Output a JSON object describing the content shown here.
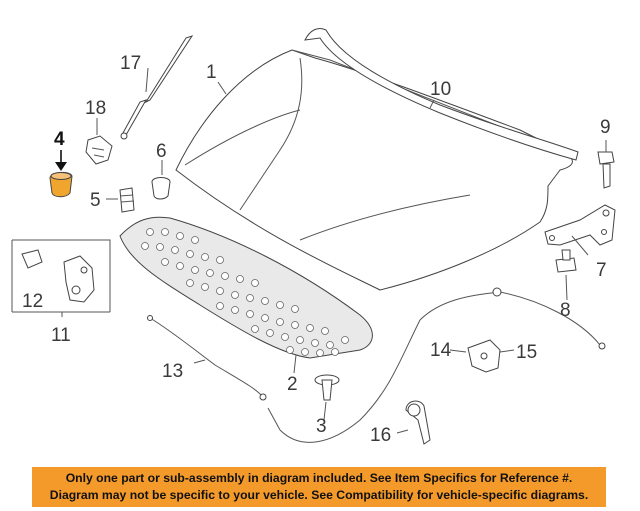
{
  "callouts": {
    "c1": "1",
    "c2": "2",
    "c3": "3",
    "c4": "4",
    "c5": "5",
    "c6": "6",
    "c7": "7",
    "c8": "8",
    "c9": "9",
    "c10": "10",
    "c11": "11",
    "c12": "12",
    "c13": "13",
    "c14": "14",
    "c15": "15",
    "c16": "16",
    "c17": "17",
    "c18": "18"
  },
  "highlighted_part": "4",
  "colors": {
    "banner": "#f39a2b",
    "highlight_part": "#f0a52e",
    "lines": "#555555"
  },
  "banner": {
    "line1": "Only one part or sub-assembly in diagram included. See Item Specifics for Reference #.",
    "line2": "Diagram may not be specific to your vehicle. See Compatibility for vehicle-specific diagrams."
  }
}
